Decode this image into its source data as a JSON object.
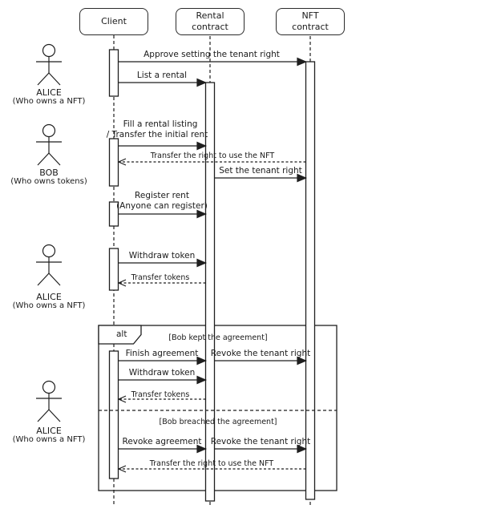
{
  "diagram": {
    "participants": [
      {
        "label": "Client"
      },
      {
        "label": "Rental contract"
      },
      {
        "label": "NFT contract"
      }
    ],
    "actors": [
      {
        "name": "ALICE",
        "desc": "(Who owns a NFT)"
      },
      {
        "name": "BOB",
        "desc": "(Who owns tokens)"
      },
      {
        "name": "ALICE",
        "desc": "(Who owns a NFT)"
      },
      {
        "name": "ALICE",
        "desc": "(Who owns a NFT)"
      }
    ],
    "messages": {
      "approve_tenant": "Approve setting the tenant right",
      "list_rental": "List a rental",
      "fill_listing_l1": "Fill a rental listing",
      "fill_listing_l2": "/ Transfer the initial rent",
      "transfer_right_1": "Transfer the right to use the NFT",
      "set_tenant": "Set the tenant right",
      "register_l1": "Register rent",
      "register_l2": "(Anyone can register)",
      "withdraw_1": "Withdraw token",
      "transfer_tokens_1": "Transfer tokens",
      "finish_agreement": "Finish agreement",
      "revoke_tenant_1": "Revoke the tenant right",
      "withdraw_2": "Withdraw token",
      "transfer_tokens_2": "Transfer tokens",
      "revoke_agreement": "Revoke agreement",
      "revoke_tenant_2": "Revoke the tenant right",
      "transfer_right_2": "Transfer the right to use the NFT"
    },
    "alt_frame": {
      "operator": "alt",
      "guard_kept": "[Bob kept the agreement]",
      "guard_breached": "[Bob breached the agreement]"
    },
    "colors": {
      "line": "#1f1f1f",
      "background": "#ffffff"
    }
  }
}
